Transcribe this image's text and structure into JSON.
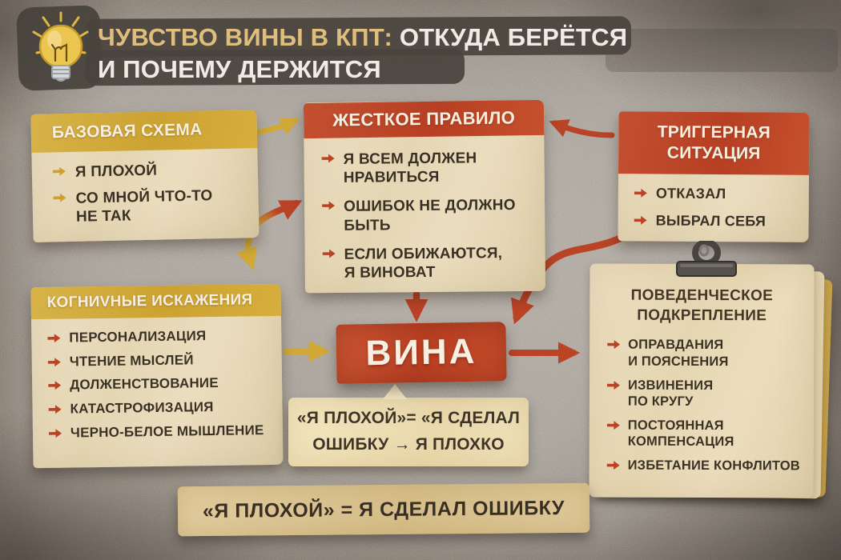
{
  "title": {
    "line1_accent": "ЧУВСТВО ВИНЫ В КПТ:",
    "line1_rest": " ОТКУДА БЕРЁТСЯ",
    "line2": "И ПОЧЕМУ ДЕРЖИТСЯ"
  },
  "colors": {
    "accent_gold": "#c3912a",
    "accent_red": "#ab371e",
    "paper_beige": "#e4d3ab",
    "background_gray": "#9a938a",
    "ink": "#31291f",
    "title_gold": "#d9b26c",
    "title_white": "#eee8e0"
  },
  "boxes": {
    "base_schema": {
      "title": "БАЗОВАЯ СХЕМА",
      "items": [
        "Я ПЛОХОЙ",
        "СО МНОЙ ЧТО-ТО\nНЕ ТАК"
      ]
    },
    "rigid_rule": {
      "title": "ЖЕСТКОЕ ПРАВИЛО",
      "items": [
        "Я ВСЕМ ДОЛЖЕН\nНРАВИТЬСЯ",
        "ОШИБОК НЕ ДОЛЖНО\nБЫТЬ",
        "ЕСЛИ ОБИЖАЮТСЯ,\nЯ ВИНОВАТ"
      ]
    },
    "trigger_situation": {
      "title": "ТРИГГЕРНАЯ\nСИТУАЦИЯ",
      "items": [
        "ОТКАЗАЛ",
        "ВЫБРАЛ СЕБЯ"
      ]
    },
    "cognitive_distortions": {
      "title": "КОГНИVНЫЕ ИСКАЖЕНИЯ",
      "items": [
        "ПЕРСОНАЛИЗАЦИЯ",
        "ЧТЕНИЕ МЫСЛЕЙ",
        "ДОЛЖЕНСТВОВАНИЕ",
        "КАТАСТРОФИЗАЦИЯ",
        "ЧЕРНО-БЕЛОЕ МЫШЛЕНИЕ"
      ]
    },
    "guilt": {
      "title": "ВИНА"
    },
    "guilt_note": {
      "text": "«Я ПЛОХОЙ»= «Я СДЕЛАЛ\nОШИБКУ → Я ПЛОХКО"
    },
    "behavioral_reinforcement": {
      "title": "ПОВЕДЕНЧЕСКОЕ\nПОДКРЕПЛЕНИЕ",
      "items": [
        "ОПРАВДАНИЯ\nИ ПОЯСНЕНИЯ",
        "ИЗВИНЕНИЯ\nПО КРУГУ",
        "ПОСТОЯННАЯ\nКОМПЕНСАЦИЯ",
        "ИЗБЕТАНИЕ КОНФЛИТОВ"
      ]
    },
    "bottom_banner": {
      "text": "«Я ПЛОХОЙ» = Я СДЕЛАЛ ОШИБКУ"
    }
  }
}
